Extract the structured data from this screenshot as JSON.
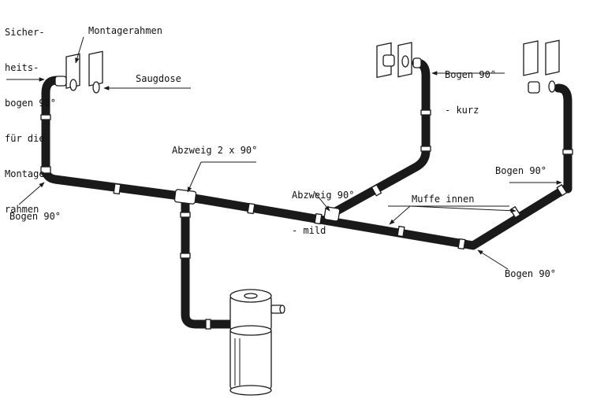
{
  "labels": {
    "sicherheitsbogen": [
      "Sicher-",
      "heits-",
      "bogen 90°",
      "für die",
      "Montage-",
      "rahmen"
    ],
    "montagerahmen": "Montagerahmen",
    "saugdose": "Saugdose",
    "bogen_kurz": [
      "Bogen 90°",
      "- kurz"
    ],
    "abzweig_2x90": "Abzweig 2 x 90°",
    "abzweig_mild": [
      "Abzweig 90°",
      "- mild"
    ],
    "bogen_right": "Bogen 90°",
    "muffe_innen": "Muffe innen",
    "bogen_left": "Bogen 90°",
    "bogen_bottom": "Bogen 90°"
  },
  "colors": {
    "line": "#1a1a1a",
    "background": "#ffffff"
  }
}
